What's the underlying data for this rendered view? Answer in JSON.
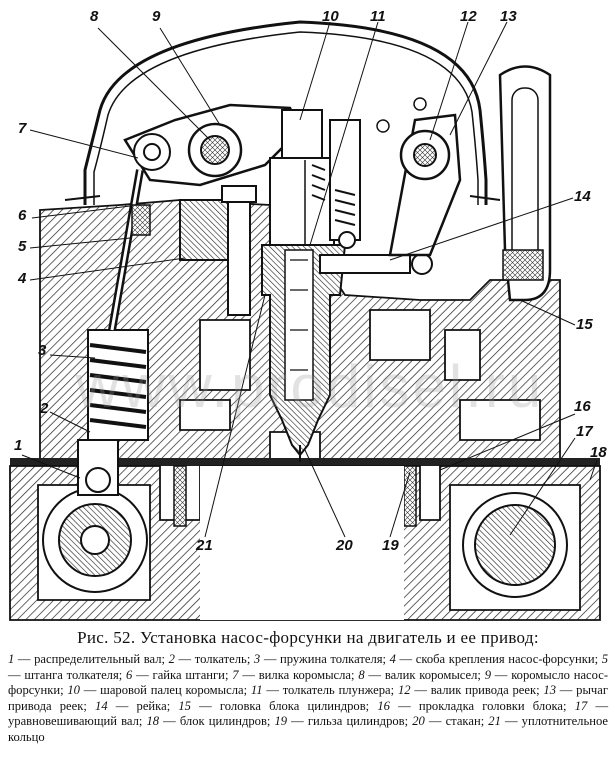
{
  "watermark": "www.prodisel.ru",
  "callouts": [
    {
      "num": "1"
    },
    {
      "num": "2"
    },
    {
      "num": "3"
    },
    {
      "num": "4"
    },
    {
      "num": "5"
    },
    {
      "num": "6"
    },
    {
      "num": "7"
    },
    {
      "num": "8"
    },
    {
      "num": "9"
    },
    {
      "num": "10"
    },
    {
      "num": "11"
    },
    {
      "num": "12"
    },
    {
      "num": "13"
    },
    {
      "num": "14"
    },
    {
      "num": "15"
    },
    {
      "num": "16"
    },
    {
      "num": "17"
    },
    {
      "num": "18"
    },
    {
      "num": "19"
    },
    {
      "num": "20"
    },
    {
      "num": "21"
    }
  ],
  "caption": {
    "title": "Рис. 52. Установка насос-форсунки на двигатель и ее привод:",
    "legend": [
      {
        "n": "1",
        "text": "распределительный вал"
      },
      {
        "n": "2",
        "text": "толкатель"
      },
      {
        "n": "3",
        "text": "пружина толкателя"
      },
      {
        "n": "4",
        "text": "скоба крепления насос-форсунки"
      },
      {
        "n": "5",
        "text": "штанга толкателя"
      },
      {
        "n": "6",
        "text": "гайка штанги"
      },
      {
        "n": "7",
        "text": "вилка коромысла"
      },
      {
        "n": "8",
        "text": "валик коромысел"
      },
      {
        "n": "9",
        "text": "коромысло насос-форсунки"
      },
      {
        "n": "10",
        "text": "шаровой палец коромысла"
      },
      {
        "n": "11",
        "text": "толкатель плунжера"
      },
      {
        "n": "12",
        "text": "валик привода реек"
      },
      {
        "n": "13",
        "text": "рычаг привода реек"
      },
      {
        "n": "14",
        "text": "рейка"
      },
      {
        "n": "15",
        "text": "головка блока цилиндров"
      },
      {
        "n": "16",
        "text": "прокладка головки блока"
      },
      {
        "n": "17",
        "text": "уравновешивающий вал"
      },
      {
        "n": "18",
        "text": "блок цилиндров"
      },
      {
        "n": "19",
        "text": "гильза цилиндров"
      },
      {
        "n": "20",
        "text": "стакан"
      },
      {
        "n": "21",
        "text": "уплотнительное кольцо"
      }
    ]
  }
}
